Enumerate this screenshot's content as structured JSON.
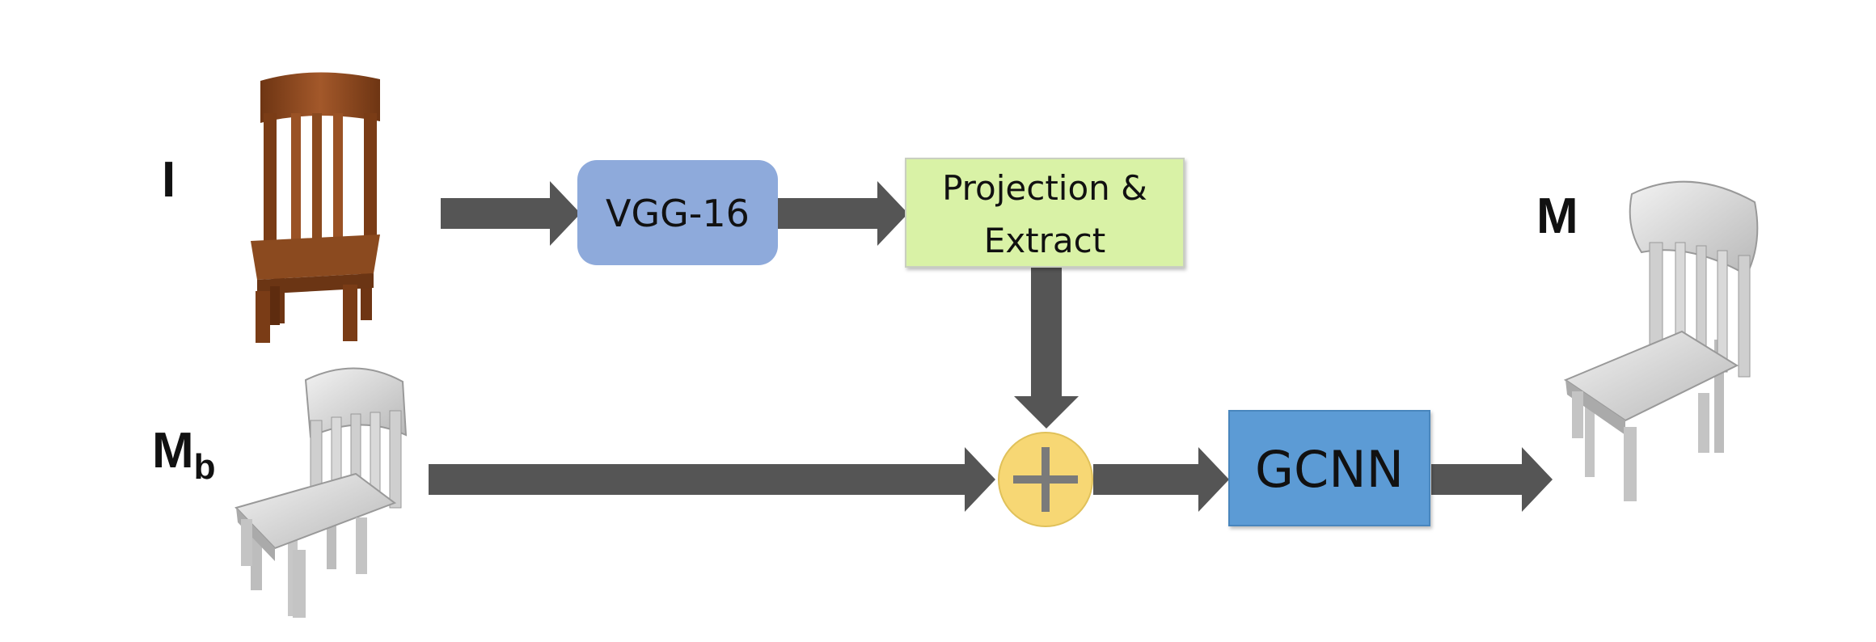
{
  "labels": {
    "input_image": "I",
    "base_mesh": "M",
    "base_mesh_subscript": "b",
    "output_mesh": "M"
  },
  "nodes": {
    "vgg": "VGG-16",
    "projection_line1": "Projection &",
    "projection_line2": "Extract",
    "gcnn": "GCNN",
    "combine_symbol": "+"
  },
  "colors": {
    "vgg": "#8eaadb",
    "projection": "#d9f2a6",
    "gcnn": "#5b9bd5",
    "combine": "#f7d774",
    "arrow": "#555555",
    "wood": "#8b4a1f",
    "mesh": "#d4d4d4"
  },
  "icons": {
    "input_image": "wooden-chair-image",
    "base_mesh": "coarse-chair-mesh",
    "output_mesh": "refined-chair-mesh"
  }
}
